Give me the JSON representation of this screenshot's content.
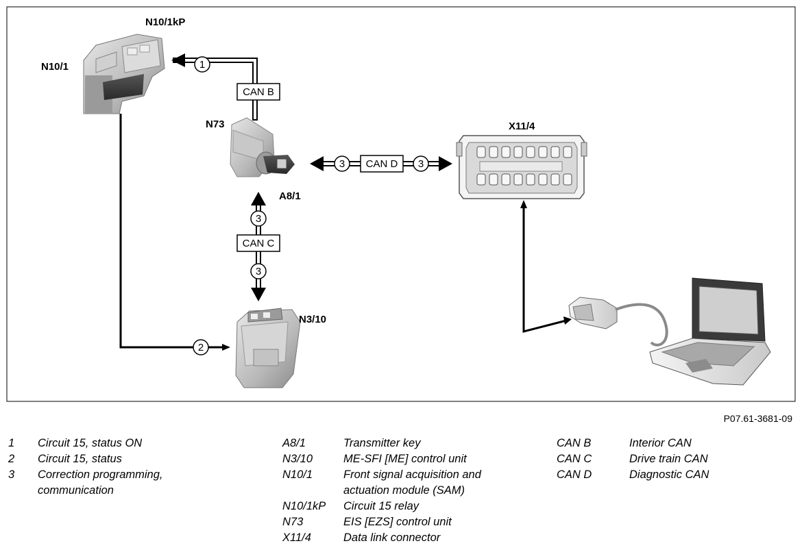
{
  "diagram": {
    "labels": {
      "n10_1kp": "N10/1kP",
      "n10_1": "N10/1",
      "n73": "N73",
      "a8_1": "A8/1",
      "x11_4": "X11/4",
      "n3_10": "N3/10"
    },
    "bus_boxes": {
      "can_b": "CAN B",
      "can_c": "CAN C",
      "can_d": "CAN D"
    },
    "markers": {
      "m1": "1",
      "m2": "2",
      "m3a": "3",
      "m3b": "3",
      "m3c": "3",
      "m3d": "3"
    },
    "figure_id": "P07.61-3681-09"
  },
  "legend": {
    "col1": [
      {
        "key": "1",
        "value": "Circuit 15, status ON"
      },
      {
        "key": "2",
        "value": "Circuit 15, status"
      },
      {
        "key": "3",
        "value": "Correction programming,"
      },
      {
        "key": "",
        "value": "communication"
      }
    ],
    "col2": [
      {
        "key": "A8/1",
        "value": "Transmitter key"
      },
      {
        "key": "N3/10",
        "value": "ME-SFI [ME] control unit"
      },
      {
        "key": "N10/1",
        "value": "Front signal acquisition and"
      },
      {
        "key": "",
        "value": "actuation module (SAM)"
      },
      {
        "key": "N10/1kP",
        "value": "Circuit 15 relay"
      },
      {
        "key": "N73",
        "value": "EIS [EZS] control unit"
      },
      {
        "key": "X11/4",
        "value": "Data link connector"
      }
    ],
    "col3": [
      {
        "key": "CAN B",
        "value": "Interior CAN"
      },
      {
        "key": "CAN C",
        "value": "Drive train CAN"
      },
      {
        "key": "CAN D",
        "value": "Diagnostic CAN"
      }
    ]
  }
}
